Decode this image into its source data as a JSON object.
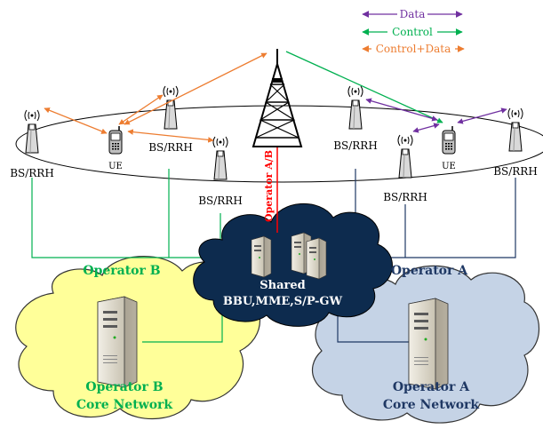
{
  "legend": {
    "data": "Data",
    "control": "Control",
    "control_data": "Control+Data"
  },
  "labels": {
    "bs1": "BS/RRH",
    "bs2": "BS/RRH",
    "bs3": "BS/RRH",
    "bs4": "BS/RRH",
    "bs5": "BS/RRH",
    "bs6": "BS/RRH",
    "ue_left": "UE",
    "ue_right": "UE",
    "tower": "Operator A/B",
    "operator_b": "Operator B",
    "operator_a": "Operator A",
    "shared_line1": "Shared",
    "shared_line2": "BBU,MME,S/P-GW",
    "core_b_line1": "Operator B",
    "core_b_line2": "Core Network",
    "core_a_line1": "Operator A",
    "core_a_line2": "Core Network"
  },
  "colors": {
    "data": "#7030a0",
    "control": "#00b050",
    "control_data": "#ed7d31",
    "operator_a": "#1f3864",
    "operator_b": "#00b050",
    "tower_link": "#ff0000",
    "cloud_shared": "#0d2b4e",
    "cloud_b": "#ffff99",
    "cloud_a": "#c5d3e6"
  }
}
